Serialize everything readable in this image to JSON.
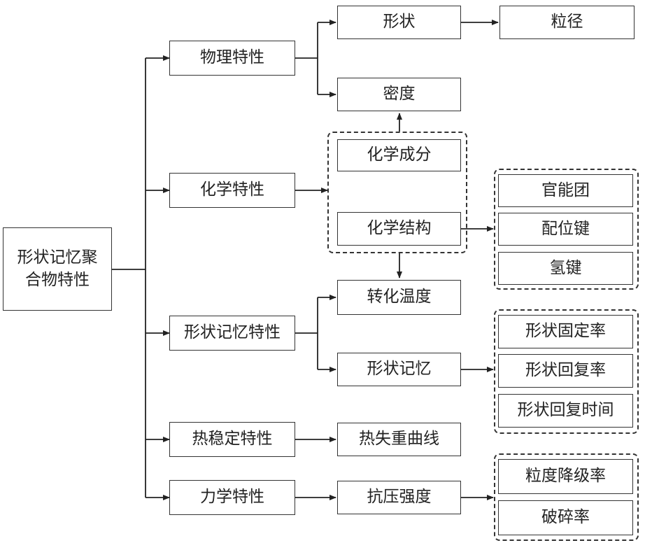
{
  "diagram": {
    "root": {
      "label": "形状记忆聚合物特性"
    },
    "categories": {
      "physical": "物理特性",
      "chemical": "化学特性",
      "shape_memory": "形状记忆特性",
      "thermal": "热稳定特性",
      "mechanical": "力学特性"
    },
    "physical_items": {
      "shape": "形状",
      "particle_size": "粒径",
      "density": "密度"
    },
    "chemical_items": {
      "composition": "化学成分",
      "structure": "化学结构"
    },
    "structure_items": {
      "functional_group": "官能团",
      "coordination_bond": "配位键",
      "hydrogen_bond": "氢键"
    },
    "shape_memory_items": {
      "transition_temp": "转化温度",
      "shape_memory": "形状记忆"
    },
    "memory_items": {
      "fixity_rate": "形状固定率",
      "recovery_rate": "形状回复率",
      "recovery_time": "形状回复时间"
    },
    "thermal_items": {
      "tga_curve": "热失重曲线"
    },
    "mechanical_items": {
      "compressive_strength": "抗压强度"
    },
    "strength_items": {
      "degradation_rate": "粒度降级率",
      "crushing_rate": "破碎率"
    }
  }
}
